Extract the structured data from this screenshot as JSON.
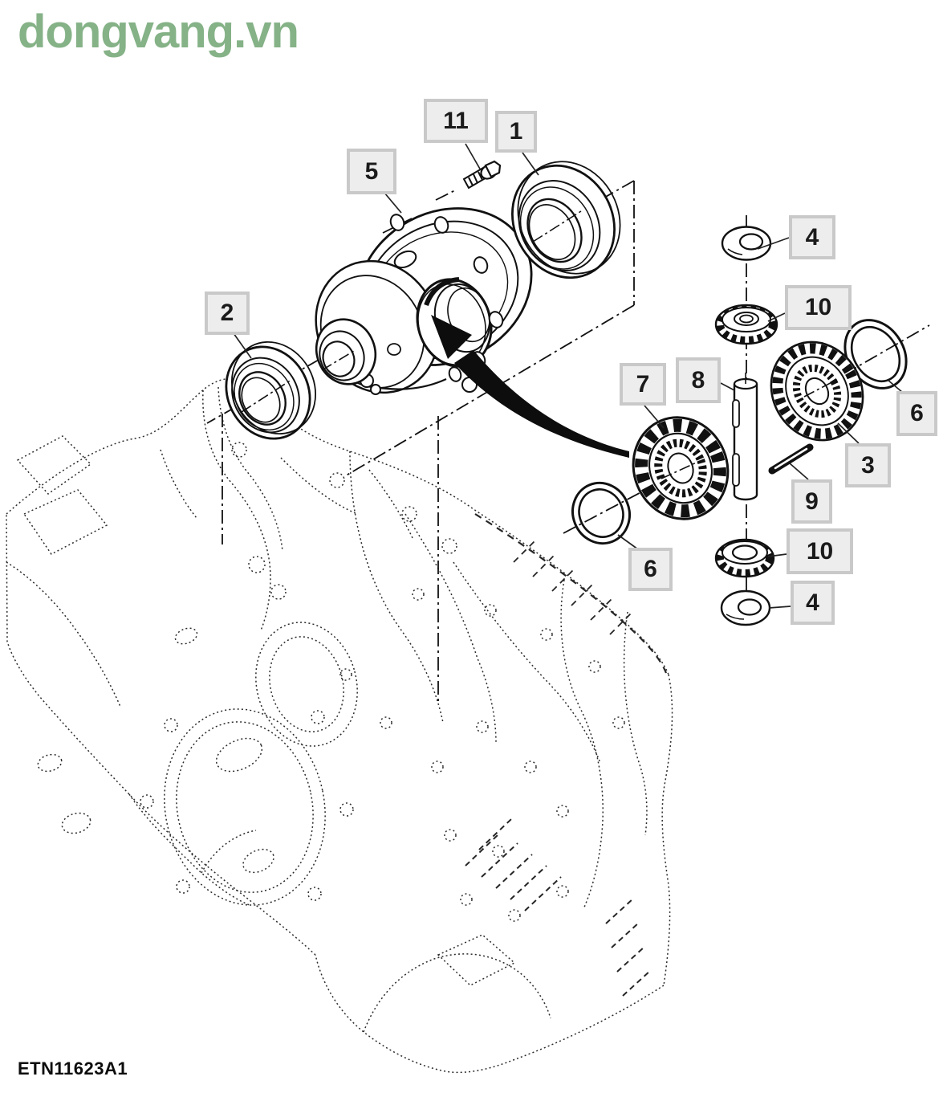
{
  "watermark": {
    "text": "dongvang.vn",
    "color": "#85b287"
  },
  "figure": {
    "code": "ETN11623A1"
  },
  "colors": {
    "background": "#ffffff",
    "line_art": "#1a1a1a",
    "callout_box_bg": "#ededed",
    "callout_box_border": "#c9c9c9",
    "callout_text": "#1b1b1b"
  },
  "callouts": [
    {
      "label": "11"
    },
    {
      "label": "1"
    },
    {
      "label": "5"
    },
    {
      "label": "2"
    },
    {
      "label": "4"
    },
    {
      "label": "10"
    },
    {
      "label": "8"
    },
    {
      "label": "7"
    },
    {
      "label": "6"
    },
    {
      "label": "3"
    },
    {
      "label": "9"
    },
    {
      "label": "6"
    },
    {
      "label": "10"
    },
    {
      "label": "4"
    }
  ]
}
